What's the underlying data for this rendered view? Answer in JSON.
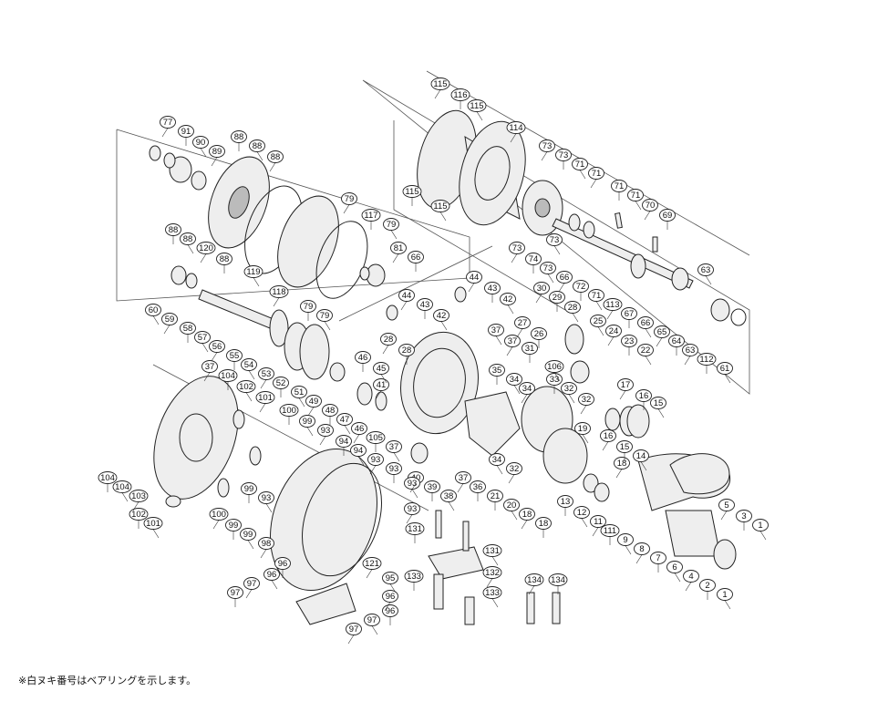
{
  "diagram": {
    "type": "exploded-parts-diagram",
    "labels": [
      "1",
      "2",
      "3",
      "4",
      "5",
      "6",
      "7",
      "8",
      "9",
      "11",
      "12",
      "13",
      "14",
      "15",
      "16",
      "17",
      "18",
      "19",
      "20",
      "21",
      "22",
      "23",
      "24",
      "25",
      "26",
      "27",
      "28",
      "29",
      "30",
      "31",
      "32",
      "33",
      "34",
      "35",
      "36",
      "37",
      "38",
      "39",
      "40",
      "41",
      "42",
      "43",
      "44",
      "45",
      "46",
      "47",
      "48",
      "49",
      "51",
      "52",
      "53",
      "54",
      "55",
      "56",
      "57",
      "58",
      "59",
      "60",
      "61",
      "63",
      "64",
      "65",
      "66",
      "67",
      "69",
      "70",
      "71",
      "72",
      "73",
      "74",
      "77",
      "79",
      "81",
      "88",
      "89",
      "90",
      "91",
      "93",
      "94",
      "95",
      "96",
      "97",
      "98",
      "99",
      "100",
      "101",
      "102",
      "103",
      "104",
      "105",
      "106",
      "111",
      "112",
      "113",
      "114",
      "115",
      "116",
      "117",
      "118",
      "119",
      "120",
      "121",
      "131",
      "132",
      "133",
      "134"
    ],
    "footnote": "※白ヌキ番号はベアリングを示します。"
  }
}
